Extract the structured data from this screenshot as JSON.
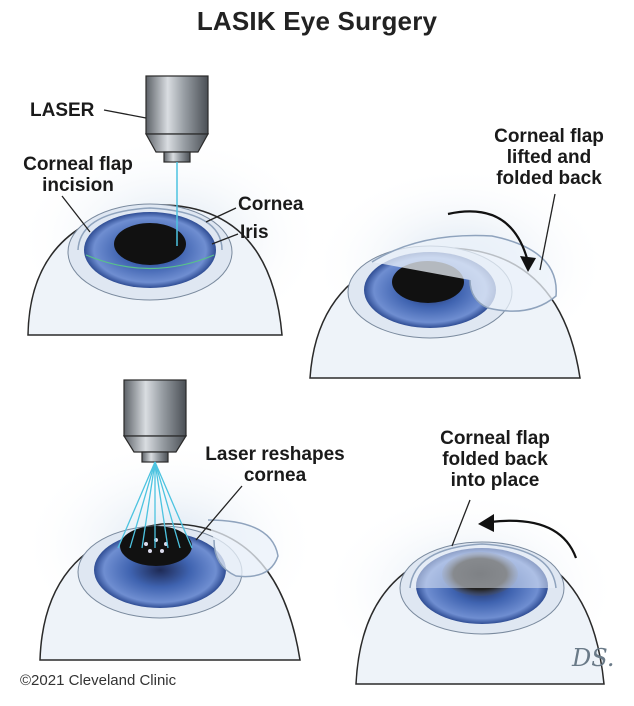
{
  "title": "LASIK Eye Surgery",
  "labels": {
    "laser": "LASER",
    "flap_incision_1": "Corneal flap",
    "flap_incision_2": "incision",
    "cornea": "Cornea",
    "iris": "Iris",
    "lifted_1": "Corneal flap",
    "lifted_2": "lifted and",
    "lifted_3": "folded back",
    "reshape_1": "Laser reshapes",
    "reshape_2": "cornea",
    "into_1": "Corneal flap",
    "into_2": "folded back",
    "into_3": "into place"
  },
  "copyright": "©2021 Cleveland Clinic",
  "signature": "DS.",
  "colors": {
    "eye_white": "#eef3f9",
    "iris_blue": "#3f63b0",
    "laser_beam": "#4cc3e0",
    "outline": "#2a2a2a"
  }
}
